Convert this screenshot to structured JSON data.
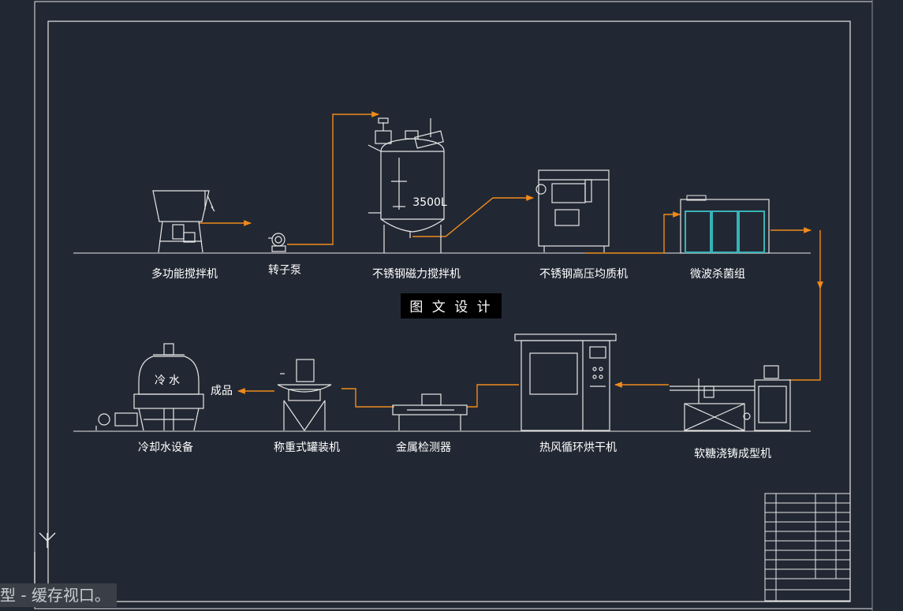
{
  "colors": {
    "background": "#222833",
    "line": "#e6e6e6",
    "flow": "#f08a1c",
    "accent": "#37b3b8"
  },
  "labels": {
    "mixer": "多功能搅拌机",
    "pump": "转子泵",
    "magnetic_mixer": "不锈钢磁力搅拌机",
    "homogenizer": "不锈钢高压均质机",
    "microwave": "微波杀菌组",
    "depositor": "软糖浇铸成型机",
    "dryer": "热风循环烘干机",
    "metal_detector": "金属检测器",
    "filler": "称重式罐装机",
    "cooling": "冷却水设备",
    "product": "成品",
    "tank_capacity": "3500L",
    "tower_text": "冷水"
  },
  "watermark": {
    "text": "图 文 设 计"
  },
  "status": {
    "text": "型  -  缓存视口。"
  }
}
